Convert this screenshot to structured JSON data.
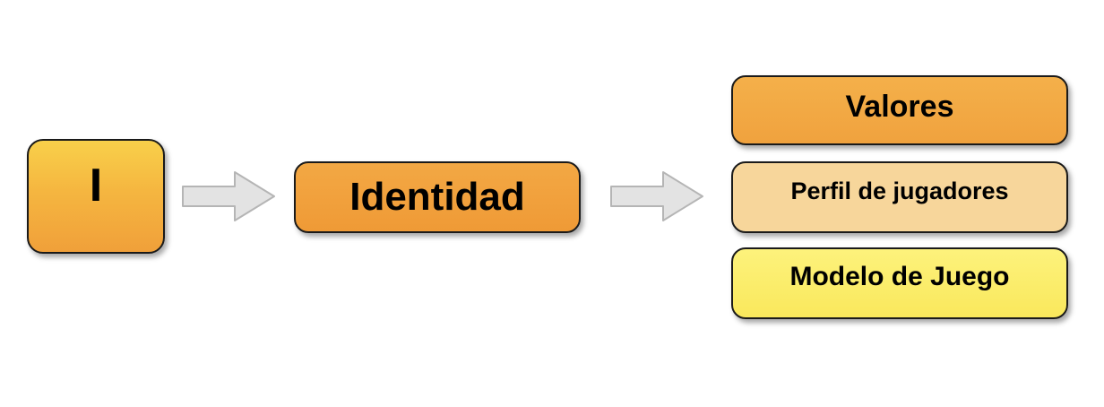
{
  "nodes": {
    "root": {
      "label": "I"
    },
    "identity": {
      "label": "Identidad"
    },
    "outputs": [
      {
        "label": "Valores"
      },
      {
        "label": "Perfil de jugadores"
      },
      {
        "label": "Modelo de Juego"
      }
    ]
  },
  "colors": {
    "root_fill": "#F5B640",
    "identity_fill": "#EF9A36",
    "valores_fill": "#F2A843",
    "perfil_fill": "#F7D69B",
    "modelo_fill": "#FBEB66",
    "arrow_fill": "#E3E3E3",
    "border": "#1A1A1A"
  },
  "icons": {
    "connector": "arrow-right-icon"
  }
}
